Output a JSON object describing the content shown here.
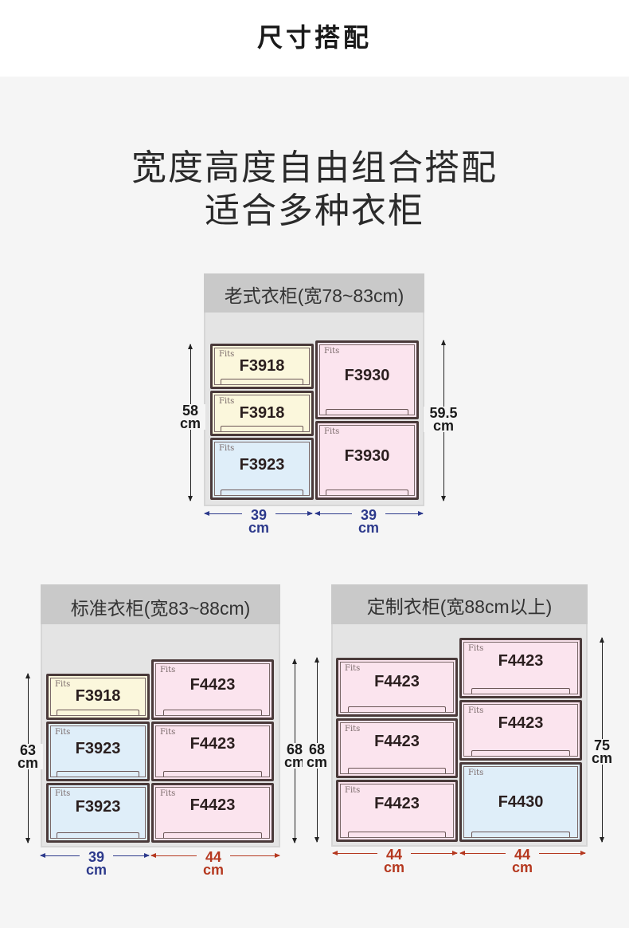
{
  "header": {
    "title": "尺寸搭配"
  },
  "headline": {
    "line1": "宽度高度自由组合搭配",
    "line2": "适合多种衣柜"
  },
  "colors": {
    "yellow": "#fbf7dc",
    "pink": "#fbe4ee",
    "blue": "#dfeef9",
    "navy_dimension": "#2d3a8c",
    "rust_dimension": "#b5381f"
  },
  "brand": "Fits",
  "cabinets": [
    {
      "title": "老式衣柜(宽78~83cm)",
      "left_column": [
        "F3918",
        "F3918",
        "F3923"
      ],
      "right_column": [
        "F3930",
        "F3930"
      ],
      "left_height": {
        "value": "58",
        "unit": "cm"
      },
      "right_height": {
        "value": "59.5",
        "unit": "cm"
      },
      "widths": [
        {
          "value": "39",
          "unit": "cm"
        },
        {
          "value": "39",
          "unit": "cm"
        }
      ]
    },
    {
      "title": "标准衣柜(宽83~88cm)",
      "left_column": [
        "F3918",
        "F3923",
        "F3923"
      ],
      "right_column": [
        "F4423",
        "F4423",
        "F4423"
      ],
      "left_height": {
        "value": "63",
        "unit": "cm"
      },
      "right_height": {
        "value": "68",
        "unit": "cm"
      },
      "widths": [
        {
          "value": "39",
          "unit": "cm"
        },
        {
          "value": "44",
          "unit": "cm"
        }
      ]
    },
    {
      "title": "定制衣柜(宽88cm以上)",
      "left_column": [
        "F4423",
        "F4423",
        "F4423"
      ],
      "right_column": [
        "F4423",
        "F4423",
        "F4430"
      ],
      "left_height": {
        "value": "68",
        "unit": "cm"
      },
      "right_height": {
        "value": "75",
        "unit": "cm"
      },
      "widths": [
        {
          "value": "44",
          "unit": "cm"
        },
        {
          "value": "44",
          "unit": "cm"
        }
      ]
    }
  ]
}
